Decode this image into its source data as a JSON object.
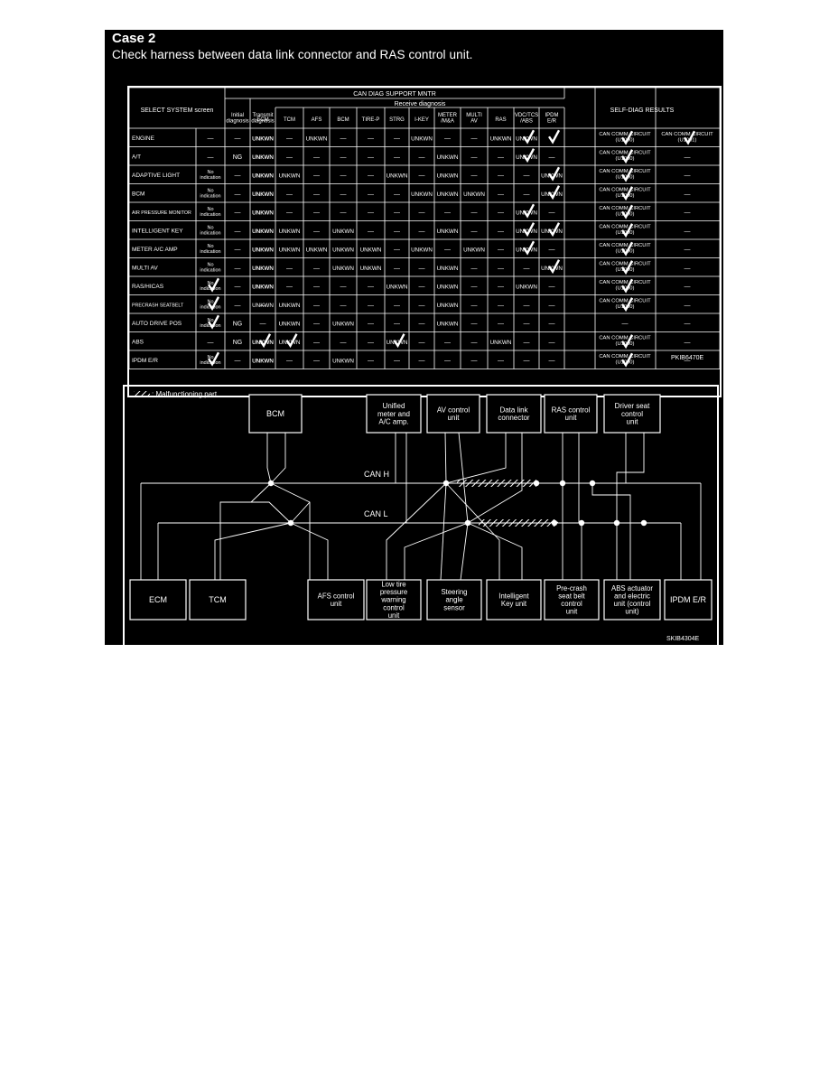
{
  "header": {
    "title": "Case 2",
    "description": "Check harness between data link connector and RAS control unit."
  },
  "table": {
    "top_group": "CAN DIAG SUPPORT MNTR",
    "receive_group": "Receive diagnosis",
    "select_col": "SELECT SYSTEM screen",
    "initial_col": "Initial diagnosis",
    "transmit_col": "Transmit diagnosis",
    "receive_cols": [
      "ECM",
      "TCM",
      "AFS",
      "BCM",
      "TIRE-P",
      "STRG",
      "I-KEY",
      "METER /M&A",
      "MULTI AV",
      "RAS",
      "VDC/TCS /ABS",
      "IPDM E/R"
    ],
    "self_diag_col": "SELF-DIAG RESULTS",
    "rows": [
      {
        "system": "ENGINE",
        "ind": "—",
        "init": "—",
        "tx": "UNKWN",
        "cells": [
          "UNKWN",
          "—",
          "UNKWN",
          "—",
          "—",
          "—",
          "UNKWN",
          "—",
          "—",
          "UNKWN",
          "UNKWN",
          ""
        ],
        "checks": [
          10,
          11
        ],
        "sd1": "CAN COMM CIRCUIT (U1000)",
        "sd2": "CAN COMM CIRCUIT (U1001)",
        "sd2check": true
      },
      {
        "system": "A/T",
        "ind": "—",
        "init": "NG",
        "tx": "UNKWN",
        "cells": [
          "UNKWN",
          "—",
          "—",
          "—",
          "—",
          "—",
          "—",
          "UNKWN",
          "—",
          "—",
          "UNKWN",
          "—"
        ],
        "checks": [
          10
        ],
        "sd1": "CAN COMM CIRCUIT (U1000)",
        "sd2": "—",
        "sd2check": false
      },
      {
        "system": "ADAPTIVE LIGHT",
        "ind": "No indication",
        "init": "—",
        "tx": "UNKWN",
        "cells": [
          "UNKWN",
          "UNKWN",
          "—",
          "—",
          "—",
          "UNKWN",
          "—",
          "UNKWN",
          "—",
          "—",
          "—",
          "UNKWN"
        ],
        "checks": [
          11
        ],
        "sd1": "CAN COMM CIRCUIT (U1000)",
        "sd2": "—",
        "sd2check": false
      },
      {
        "system": "BCM",
        "ind": "No indication",
        "init": "—",
        "tx": "UNKWN",
        "cells": [
          "UNKWN",
          "—",
          "—",
          "—",
          "—",
          "—",
          "UNKWN",
          "UNKWN",
          "UNKWN",
          "—",
          "—",
          "UNKWN"
        ],
        "checks": [
          11
        ],
        "sd1": "CAN COMM CIRCUIT (U1000)",
        "sd2": "—",
        "sd2check": false
      },
      {
        "system": "AIR PRESSURE MONITOR",
        "ind": "No indication",
        "init": "—",
        "tx": "UNKWN",
        "cells": [
          "UNKWN",
          "—",
          "—",
          "—",
          "—",
          "—",
          "—",
          "—",
          "—",
          "—",
          "UNKWN",
          "—"
        ],
        "checks": [
          10
        ],
        "sd1": "CAN COMM CIRCUIT (U1000)",
        "sd2": "—",
        "sd2check": false
      },
      {
        "system": "INTELLIGENT KEY",
        "ind": "No indication",
        "init": "—",
        "tx": "UNKWN",
        "cells": [
          "UNKWN",
          "UNKWN",
          "—",
          "UNKWN",
          "—",
          "—",
          "—",
          "UNKWN",
          "—",
          "—",
          "UNKWN",
          "UNKWN"
        ],
        "checks": [
          10,
          11
        ],
        "sd1": "CAN COMM CIRCUIT (U1000)",
        "sd2": "—",
        "sd2check": false
      },
      {
        "system": "METER A/C AMP",
        "ind": "No indication",
        "init": "—",
        "tx": "UNKWN",
        "cells": [
          "UNKWN",
          "UNKWN",
          "UNKWN",
          "UNKWN",
          "UNKWN",
          "—",
          "UNKWN",
          "—",
          "UNKWN",
          "—",
          "UNKWN",
          "—"
        ],
        "checks": [
          10
        ],
        "sd1": "CAN COMM CIRCUIT (U1000)",
        "sd2": "—",
        "sd2check": false
      },
      {
        "system": "MULTI AV",
        "ind": "No indication",
        "init": "—",
        "tx": "UNKWN",
        "cells": [
          "UNKWN",
          "—",
          "—",
          "UNKWN",
          "UNKWN",
          "—",
          "—",
          "UNKWN",
          "—",
          "—",
          "—",
          "UNKWN"
        ],
        "checks": [
          11
        ],
        "sd1": "CAN COMM CIRCUIT (U1000)",
        "sd2": "—",
        "sd2check": false
      },
      {
        "system": "RAS/HICAS",
        "ind": "No indication",
        "init": "—",
        "tx": "UNKWN",
        "cells": [
          "UNKWN",
          "—",
          "—",
          "—",
          "—",
          "UNKWN",
          "—",
          "UNKWN",
          "—",
          "—",
          "UNKWN",
          "—"
        ],
        "checks": [],
        "sd1": "CAN COMM CIRCUIT (U1000)",
        "sd2": "—",
        "sd2check": false,
        "indcheck": true
      },
      {
        "system": "PRECRASH SEATBELT",
        "ind": "No indication",
        "init": "—",
        "tx": "—",
        "cells": [
          "UNKWN",
          "UNKWN",
          "—",
          "—",
          "—",
          "—",
          "—",
          "UNKWN",
          "—",
          "—",
          "—",
          "—"
        ],
        "checks": [],
        "sd1": "CAN COMM CIRCUIT (U1000)",
        "sd2": "—",
        "sd2check": false,
        "indcheck": true
      },
      {
        "system": "AUTO DRIVE POS",
        "ind": "No indication",
        "init": "NG",
        "tx": "—",
        "cells": [
          "—",
          "UNKWN",
          "—",
          "UNKWN",
          "—",
          "—",
          "—",
          "UNKWN",
          "—",
          "—",
          "—",
          "—"
        ],
        "checks": [],
        "sd1": "—",
        "sd2": "—",
        "sd2check": false,
        "indcheck": true
      },
      {
        "system": "ABS",
        "ind": "—",
        "init": "NG",
        "tx": "UNKWN",
        "cells": [
          "UNKWN",
          "UNKWN",
          "—",
          "—",
          "—",
          "UNKWN",
          "—",
          "—",
          "—",
          "UNKWN",
          "—",
          "—"
        ],
        "checks": [
          0,
          1,
          5
        ],
        "sd1": "CAN COMM CIRCUIT (U1000)",
        "sd2": "—",
        "sd2check": false
      },
      {
        "system": "IPDM E/R",
        "ind": "No indication",
        "init": "—",
        "tx": "UNKWN",
        "cells": [
          "UNKWN",
          "—",
          "—",
          "UNKWN",
          "—",
          "—",
          "—",
          "—",
          "—",
          "—",
          "—",
          "—"
        ],
        "checks": [],
        "sd1": "CAN COMM CIRCUIT (U1000)",
        "sd2": "—",
        "sd2check": false,
        "indcheck": true
      }
    ],
    "ref": "PKIB6470E"
  },
  "diagram": {
    "legend": ": Malfunctioning part",
    "can_h": "CAN H",
    "can_l": "CAN L",
    "top_units": [
      {
        "key": "bcm",
        "label": "BCM"
      },
      {
        "key": "meter",
        "label": "Unified meter and A/C amp."
      },
      {
        "key": "av",
        "label": "AV control unit"
      },
      {
        "key": "dlc",
        "label": "Data link connector"
      },
      {
        "key": "ras",
        "label": "RAS control unit"
      },
      {
        "key": "seat",
        "label": "Driver seat control unit"
      }
    ],
    "bottom_units": [
      {
        "key": "ecm",
        "label": "ECM"
      },
      {
        "key": "tcm",
        "label": "TCM"
      },
      {
        "key": "afs",
        "label": "AFS control unit"
      },
      {
        "key": "tire",
        "label": "Low tire pressure warning control unit"
      },
      {
        "key": "strg",
        "label": "Steering angle sensor"
      },
      {
        "key": "ikey",
        "label": "Intelligent Key unit"
      },
      {
        "key": "precrash",
        "label": "Pre-crash seat belt control unit"
      },
      {
        "key": "abs",
        "label": "ABS actuator and electric unit (control unit)"
      },
      {
        "key": "ipdm",
        "label": "IPDM E/R"
      }
    ],
    "ref": "SKIB4304E"
  }
}
